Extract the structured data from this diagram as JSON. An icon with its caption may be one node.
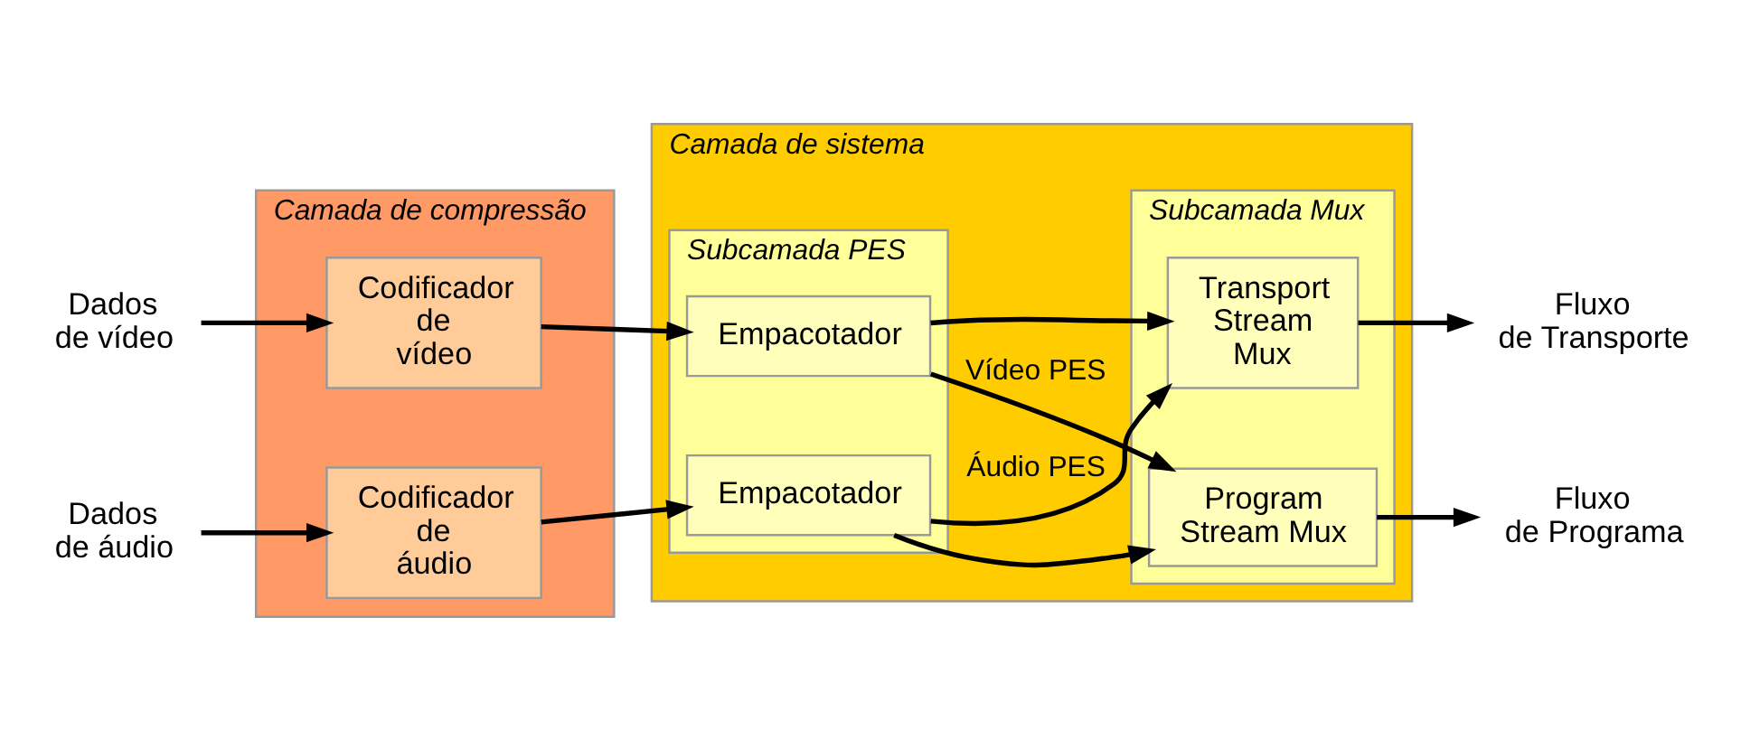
{
  "diagram": {
    "nodes": [
      {
        "text": [
          "Dados de vídeo"
        ]
      },
      {
        "text": [
          "Dados de áudio"
        ]
      },
      {
        "text": [
          "Camada de compressão"
        ]
      },
      {
        "text": [
          "Codificador de vídeo"
        ],
        "in": 2
      },
      {
        "text": [
          "Codificador de áudio"
        ],
        "in": 2
      },
      {
        "text": [
          "Camada de sistema"
        ]
      },
      {
        "text": [
          "Subcamada PES"
        ],
        "in": 5
      },
      {
        "text": [
          "Empacotador"
        ],
        "in": 6
      },
      {
        "text": [
          "Empacotador"
        ],
        "in": 6
      },
      {
        "text": [
          "Subcamada Mux"
        ],
        "in": 5
      },
      {
        "text": [
          "Program Stream Mux"
        ],
        "in": 9
      },
      {
        "text": [
          "Transport Stream Mux"
        ],
        "in": 9
      },
      {
        "text": [
          "Fluxo de Programa"
        ]
      },
      {
        "text": [
          "Fluxo de Transporte"
        ]
      }
    ],
    "edges": [
      {
        "from": 0,
        "to": 3,
        "arrow": "to"
      },
      {
        "from": 1,
        "to": 4,
        "arrow": "to"
      },
      {
        "from": 3,
        "to": 7,
        "arrow": "to"
      },
      {
        "from": 4,
        "to": 8,
        "arrow": "to"
      },
      {
        "from": 7,
        "to": 10,
        "arrow": "to",
        "label": "Vídeo PES"
      },
      {
        "from": 7,
        "to": 11,
        "arrow": "to"
      },
      {
        "from": 8,
        "to": 10,
        "arrow": "to"
      },
      {
        "from": 8,
        "to": 11,
        "arrow": "to",
        "label": "Áudio PES"
      },
      {
        "from": 10,
        "to": 12,
        "arrow": "to"
      },
      {
        "from": 11,
        "to": 13,
        "arrow": "to"
      }
    ]
  }
}
